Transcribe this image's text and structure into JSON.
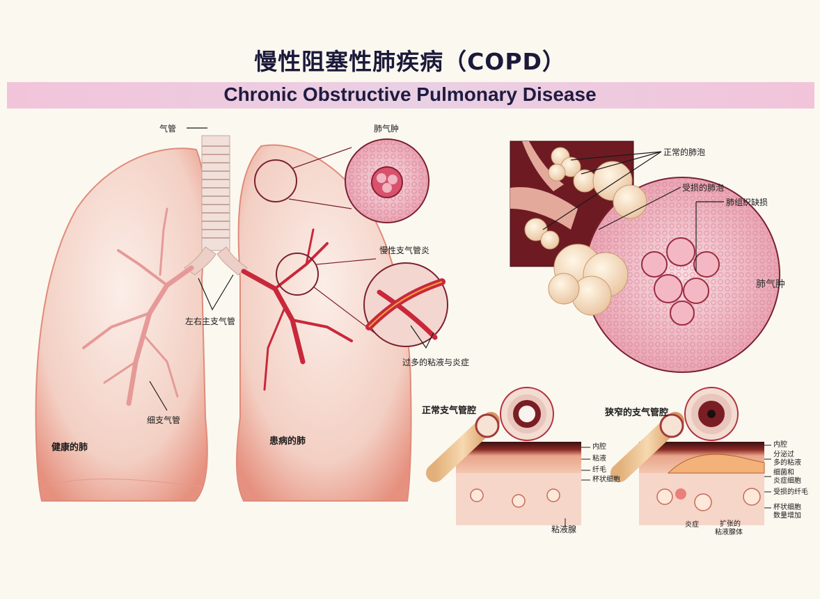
{
  "title": {
    "cn": "慢性阻塞性肺疾病（COPD）",
    "en": "Chronic Obstructive Pulmonary Disease"
  },
  "lungs": {
    "trachea": "气管",
    "main_bronchi": "左右主支气管",
    "bronchioles": "细支气管",
    "healthy_lung": "健康的肺",
    "diseased_lung": "患病的肺",
    "emphysema": "肺气肿",
    "chronic_bronchitis": "慢性支气管炎",
    "excess_mucus": "过多的粘液与炎症"
  },
  "alveoli": {
    "normal": "正常的肺泡",
    "damaged": "受损的肺泡",
    "tissue_loss": "肺组织缺损",
    "emphysema": "肺气肿"
  },
  "normal_bronchus": {
    "title": "正常支气管腔",
    "lumen": "内腔",
    "mucus": "粘液",
    "cilia": "纤毛",
    "goblet_cells": "杯状细胞",
    "mucous_glands": "粘液腺"
  },
  "narrowed_bronchus": {
    "title": "狭窄的支气管腔",
    "lumen": "内腔",
    "excess_mucus_1": "分泌过",
    "excess_mucus_2": "多的粘液",
    "bacteria_1": "细菌和",
    "bacteria_2": "炎症细胞",
    "damaged_cilia": "受损的纤毛",
    "goblet_increase_1": "杯状细胞",
    "goblet_increase_2": "数量增加",
    "inflammation": "炎症",
    "dilated_glands_1": "扩张的",
    "dilated_glands_2": "粘液腺体"
  },
  "colors": {
    "lung_fill": "#f6d8cf",
    "lung_edge": "#e89a8a",
    "inflamed": "#c8283a",
    "alveoli": "#f6ead6",
    "tissue": "#e58aa0"
  }
}
